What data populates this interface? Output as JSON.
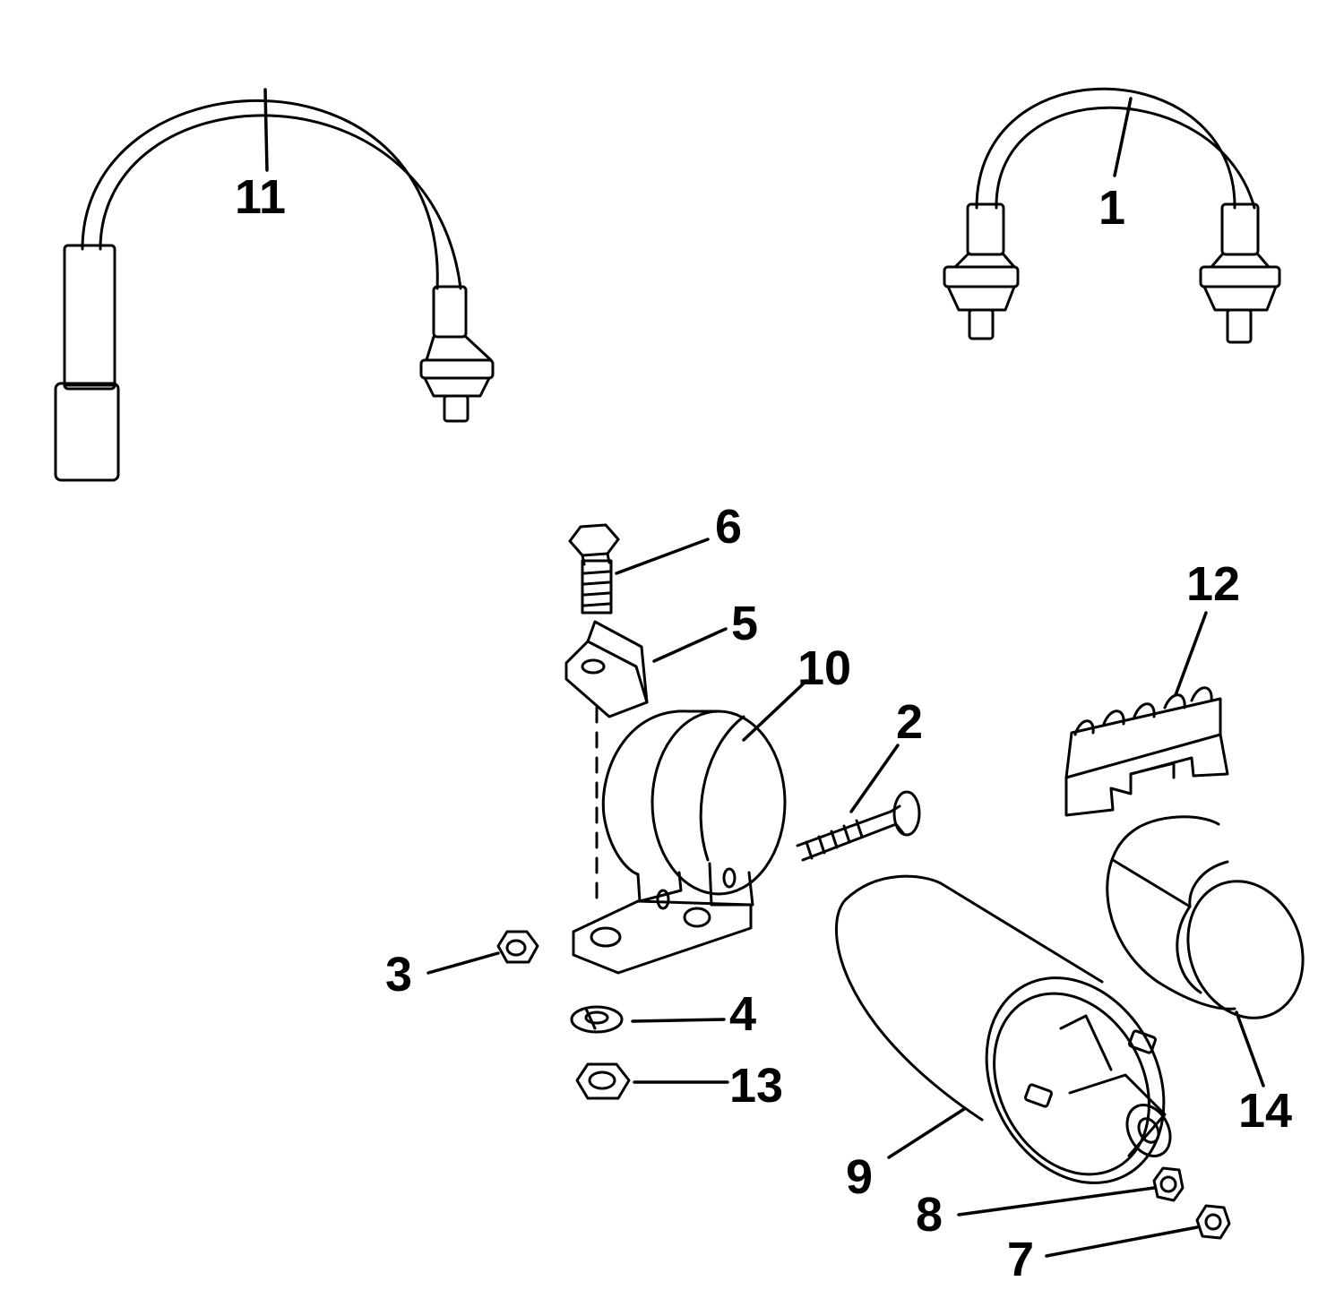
{
  "colors": {
    "ink": "#000000",
    "paper": "#ffffff"
  },
  "callouts": [
    {
      "id": "c1",
      "label": "1"
    },
    {
      "id": "c2",
      "label": "2"
    },
    {
      "id": "c3",
      "label": "3"
    },
    {
      "id": "c4",
      "label": "4"
    },
    {
      "id": "c5",
      "label": "5"
    },
    {
      "id": "c6",
      "label": "6"
    },
    {
      "id": "c7",
      "label": "7"
    },
    {
      "id": "c8",
      "label": "8"
    },
    {
      "id": "c9",
      "label": "9"
    },
    {
      "id": "c10",
      "label": "10"
    },
    {
      "id": "c11",
      "label": "11"
    },
    {
      "id": "c12",
      "label": "12"
    },
    {
      "id": "c13",
      "label": "13"
    },
    {
      "id": "c14",
      "label": "14"
    }
  ]
}
